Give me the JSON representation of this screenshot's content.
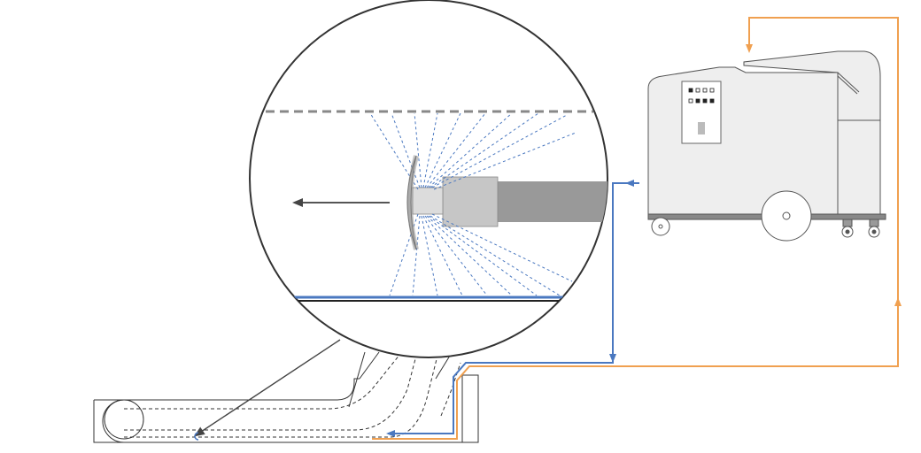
{
  "diagram": {
    "kind": "pipe-cleaning-system-illustration",
    "components": [
      {
        "id": "cleaning-unit",
        "label": ""
      },
      {
        "id": "magnified-view",
        "label": ""
      },
      {
        "id": "spray-nozzle-head",
        "label": ""
      },
      {
        "id": "pipe-network",
        "label": ""
      }
    ],
    "flows": [
      {
        "id": "supply-line",
        "color": "#4a78c0",
        "direction": "from-unit-to-nozzle"
      },
      {
        "id": "return-line",
        "color": "#f0a050",
        "direction": "from-pipe-to-unit"
      }
    ],
    "colors": {
      "supply": "#4a78c0",
      "return": "#f0a050",
      "outline": "#333333",
      "machine_fill": "#eeeeee",
      "machine_stroke": "#555555",
      "hose_dark": "#999999",
      "hose_light": "#c6c6c6",
      "spray": "#4a78c0",
      "pipe_wall": "#888888"
    },
    "control_panel": {
      "icons": [
        "indicator-light",
        "indicator-light",
        "indicator-light",
        "indicator-light",
        "indicator-light",
        "indicator-light",
        "indicator-light",
        "indicator-light"
      ]
    }
  }
}
